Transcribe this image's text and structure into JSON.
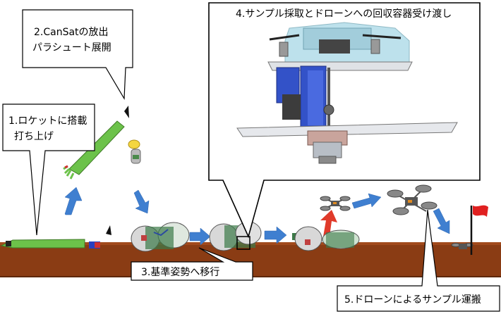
{
  "steps": [
    {
      "id": "step1",
      "line1": "1.ロケットに搭載",
      "line2": "打ち上げ"
    },
    {
      "id": "step2",
      "line1": "2.CanSatの放出",
      "line2": "パラシュート展開"
    },
    {
      "id": "step3",
      "line1": "3.基準姿勢へ移行"
    },
    {
      "id": "step4",
      "line1": "4.サンプル採取とドローンへの回収容器受け渡し"
    },
    {
      "id": "step5",
      "line1": "5.ドローンによるサンプル運搬"
    }
  ],
  "colors": {
    "ground": "#8a3c14",
    "ground_edge": "#5e2708",
    "arrow_blue": "#3f7fd0",
    "arrow_red": "#e03a2a",
    "rocket_green": "#6cc24a",
    "flag_red": "#e02020",
    "drone_gray": "#555555"
  }
}
